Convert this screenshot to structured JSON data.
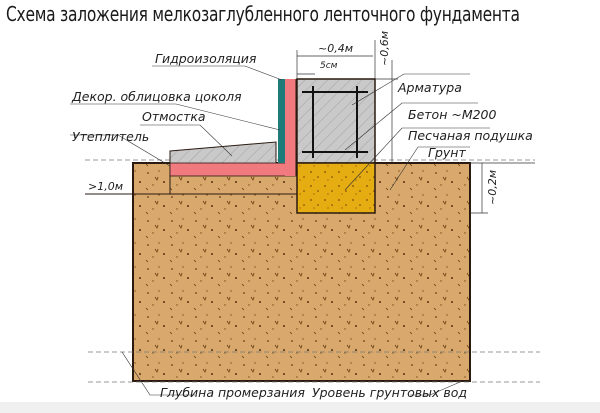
{
  "title": "Схема заложения мелкозаглубленного ленточного фундамента",
  "labels": {
    "waterproofing": "Гидроизоляция",
    "decor_cladding": "Декор. облицовка цоколя",
    "blind_area": "Отмостка",
    "insulation": "Утеплитель",
    "rebar": "Арматура",
    "concrete": "Бетон ~М200",
    "sand_cushion": "Песчаная подушка",
    "soil": "Грунт",
    "freezing_depth": "Глубина промерзания",
    "groundwater_level": "Уровень грунтовых вод"
  },
  "dimensions": {
    "width": "~0,4м",
    "height": "~0,6м",
    "offset": "5см",
    "insulation_extent": ">1,0м",
    "cushion_depth": "~0,2м"
  },
  "colors": {
    "soil": "#d9a86c",
    "sand": "#e6ad12",
    "concrete": "#c8c8c8",
    "insulation": "#f07a7e",
    "waterproofing": "#1f7a7a",
    "outline": "#2a1a10"
  }
}
